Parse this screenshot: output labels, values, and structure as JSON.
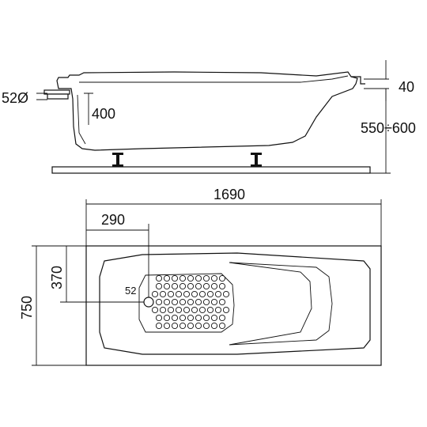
{
  "side_view": {
    "drain_diameter_label": "52Ø",
    "inner_depth_label": "400",
    "rim_height_label": "40",
    "total_height_label": "550÷600"
  },
  "top_view": {
    "length_label": "1690",
    "drain_offset_label": "290",
    "drain_half_width_label": "370",
    "width_label": "750",
    "drain_label": "52"
  },
  "colors": {
    "line": "#111111",
    "background": "#ffffff"
  }
}
